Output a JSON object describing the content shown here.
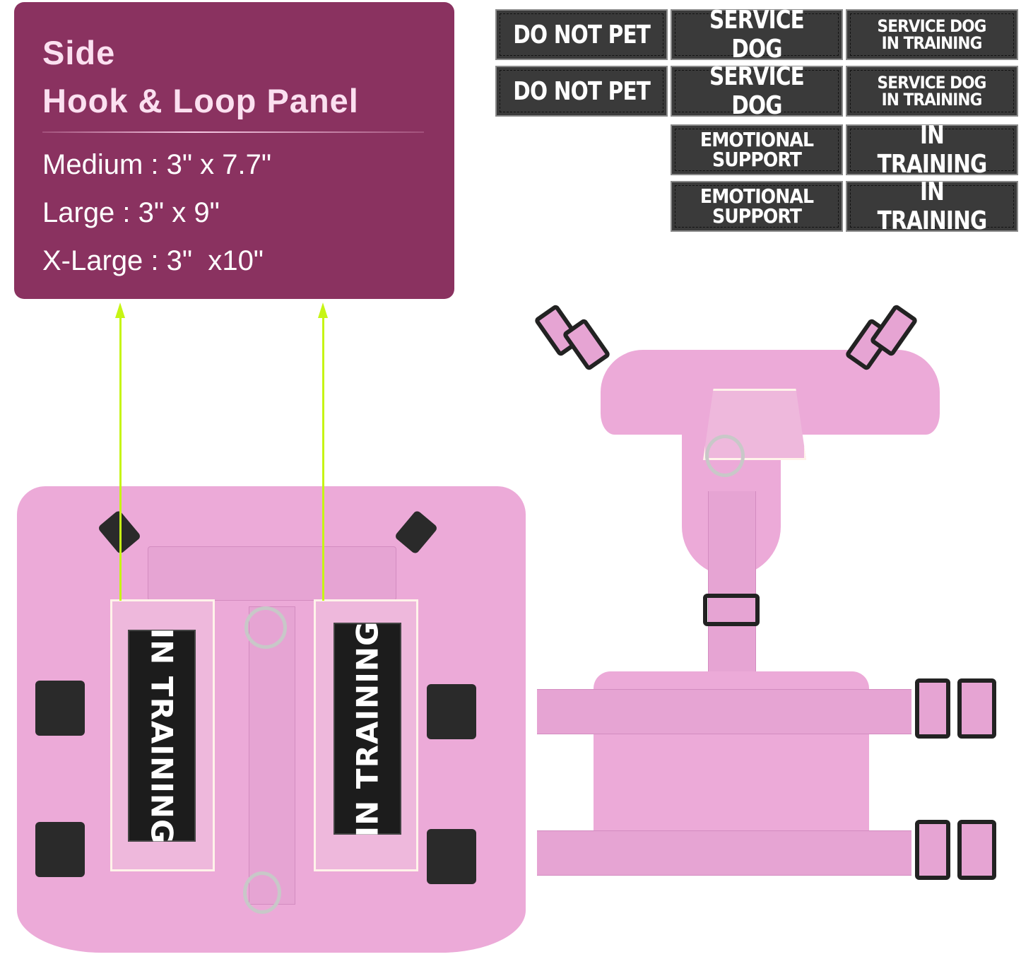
{
  "info_panel": {
    "title_line1": "Side",
    "title_line2": "Hook & Loop Panel",
    "sizes": [
      {
        "label": "Medium : 3\" x 7.7\""
      },
      {
        "label": "Large : 3\" x 9\""
      },
      {
        "label": "X-Large : 3\"  x10\""
      }
    ],
    "background_color": "#8a3260",
    "title_color": "#fbe0f0"
  },
  "patches": {
    "rows": [
      [
        "DO NOT PET",
        "SERVICE DOG",
        "SERVICE DOG IN TRAINING"
      ],
      [
        "DO NOT PET",
        "SERVICE DOG",
        "SERVICE DOG IN TRAINING"
      ],
      [
        "EMOTIONAL SUPPORT",
        "IN TRAINING"
      ],
      [
        "EMOTIONAL SUPPORT",
        "IN TRAINING"
      ]
    ],
    "items": [
      {
        "line1": "DO NOT PET",
        "line2": ""
      },
      {
        "line1": "SERVICE DOG",
        "line2": ""
      },
      {
        "line1": "SERVICE DOG",
        "line2": "IN TRAINING"
      },
      {
        "line1": "DO NOT PET",
        "line2": ""
      },
      {
        "line1": "SERVICE DOG",
        "line2": ""
      },
      {
        "line1": "SERVICE DOG",
        "line2": "IN TRAINING"
      },
      {
        "line1": "EMOTIONAL",
        "line2": "SUPPORT"
      },
      {
        "line1": "IN TRAINING",
        "line2": ""
      },
      {
        "line1": "EMOTIONAL",
        "line2": "SUPPORT"
      },
      {
        "line1": "IN TRAINING",
        "line2": ""
      }
    ]
  },
  "vest": {
    "left_patch": "IN TRAINING",
    "right_patch": "IN TRAINING",
    "color": "#ecaad8"
  },
  "arrows": {
    "color": "#c6f514"
  }
}
